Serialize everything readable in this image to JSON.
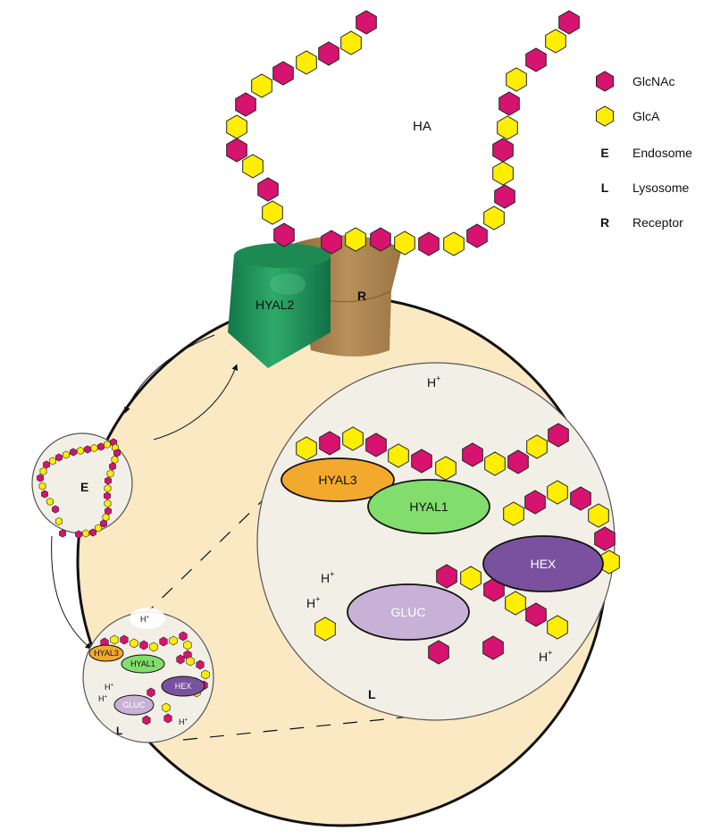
{
  "colors": {
    "glcnac": "#d6136f",
    "glca": "#ffee00",
    "cell": "#fbe9c4",
    "vesicle": "#f1efe6",
    "hyal2": "#1f8f55",
    "receptor": "#a87f45",
    "hyal3": "#f2a92d",
    "hyal1": "#82dd6d",
    "hex": "#7a519e",
    "gluc": "#c8b1d6"
  },
  "labels": {
    "ha": "HA",
    "hyal2": "HYAL2",
    "receptor": "R",
    "endosome": "E",
    "lysosome": "L",
    "proton": "H",
    "proton_sup": "+"
  },
  "enzymes": {
    "hyal3": "HYAL3",
    "hyal1": "HYAL1",
    "hex": "HEX",
    "gluc": "GLUC"
  },
  "legend": [
    {
      "icon": "glcnac-hexagon-icon",
      "key": "",
      "label": "GlcNAc"
    },
    {
      "icon": "glca-hexagon-icon",
      "key": "",
      "label": "GlcA"
    },
    {
      "icon": "",
      "key": "E",
      "label": "Endosome"
    },
    {
      "icon": "",
      "key": "L",
      "label": "Lysosome"
    },
    {
      "icon": "",
      "key": "R",
      "label": "Receptor"
    }
  ]
}
